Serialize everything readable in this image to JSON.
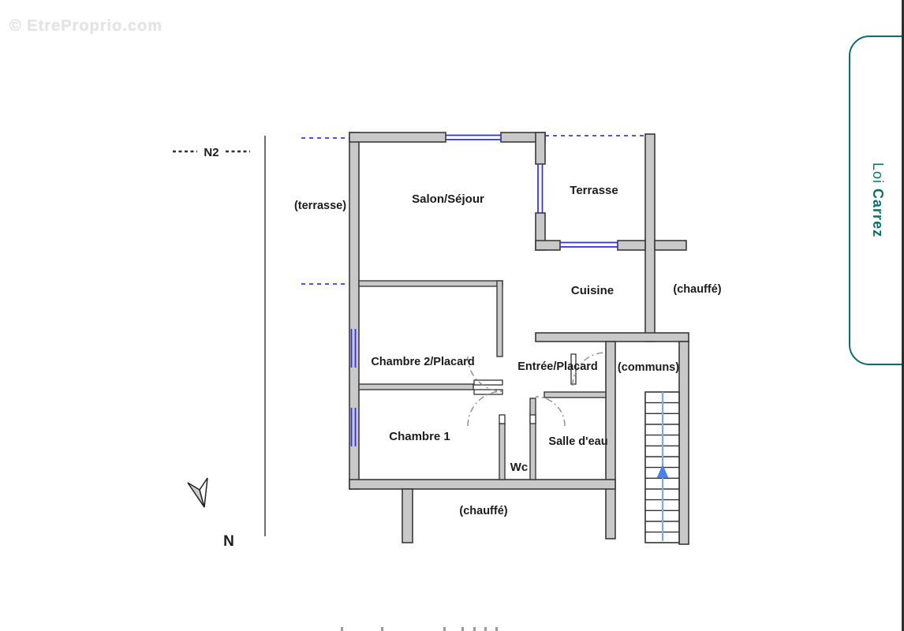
{
  "watermark": "© EtreProprio.com",
  "zone": {
    "label": "N2"
  },
  "compass": {
    "label": "N"
  },
  "rooms": {
    "salon": "Salon/Séjour",
    "terrasse": "Terrasse",
    "cuisine": "Cuisine",
    "chambre2": "Chambre 2/Placard",
    "entree": "Entrée/Placard",
    "chambre1": "Chambre 1",
    "wc": "Wc",
    "salle_eau": "Salle d'eau"
  },
  "annotations": {
    "terrasse_outside": "(terrasse)",
    "chauffe_right": "(chauffé)",
    "communs": "(communs)",
    "chauffe_bottom": "(chauffé)"
  },
  "side_tab": {
    "word1": "Loi",
    "word2": "Carrez"
  },
  "colors": {
    "wall_fill": "#c9c9c9",
    "wall_stroke": "#3a3a3a",
    "window_blue": "#2b2bf0",
    "open_boundary_blue": "#3a3af0",
    "stair_arrow_blue": "#5e8ef5",
    "tab_teal": "#0d6c6c",
    "watermark_gray": "#e4e4e4"
  }
}
